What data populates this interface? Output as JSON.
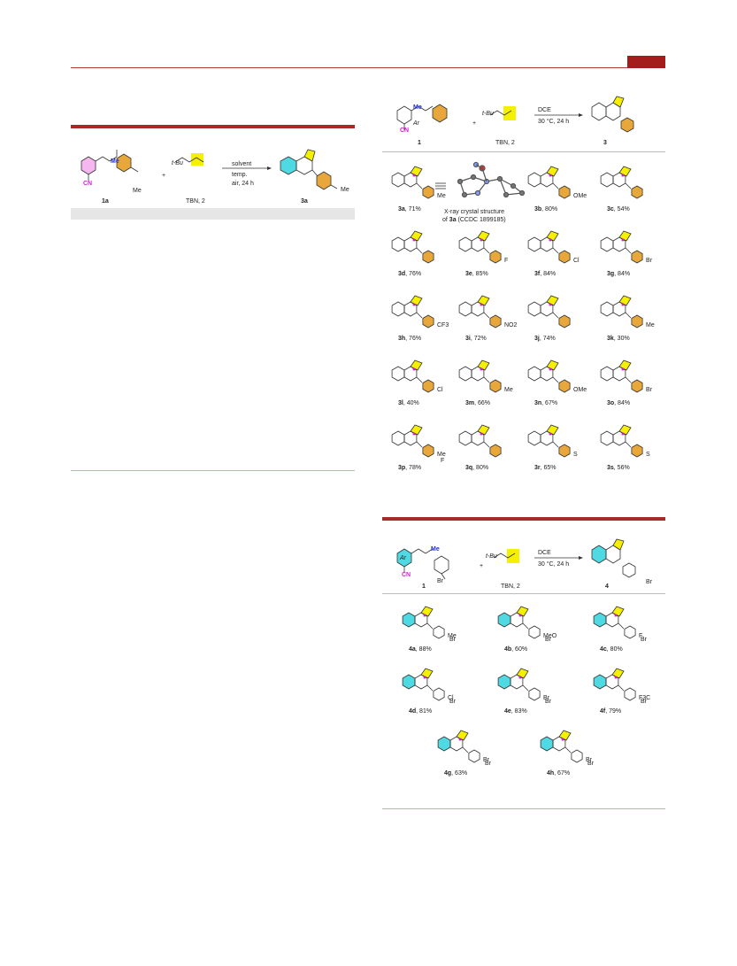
{
  "colors": {
    "accent": "#a51c1c",
    "yellow_highlight": "#f5f000",
    "orange_aryl": "#e8a73a",
    "cyan_aryl": "#4fd9e3",
    "magenta": "#d61dd6",
    "blue_atom": "#1f2bd6"
  },
  "scheme1": {
    "reagent_label": "1a",
    "tbn_label": "TBN, 2",
    "tbu_text": "t-Bu",
    "product_label": "3a",
    "arrow_above": "solvent",
    "arrow_below1": "temp.",
    "arrow_below2": "air, 24 h",
    "plus": "+",
    "me": "Me",
    "cn": "CN"
  },
  "scheme2": {
    "reagent_label": "1",
    "tbn_label": "TBN, 2",
    "tbu_text": "t-Bu",
    "product_label": "3",
    "arrow_above": "DCE",
    "arrow_below": "30 °C, 24 h",
    "plus": "+",
    "ar": "Ar",
    "me": "Me",
    "cn": "CN",
    "xray_line1": "X-ray crystal structure",
    "xray_line2_pre": "of ",
    "xray_line2_bold": "3a",
    "xray_line2_post": " (CCDC 1899185)",
    "products": [
      {
        "id": "3a",
        "yield": ", 71%",
        "sub": "Me"
      },
      {
        "id": "3b",
        "yield": ", 80%",
        "sub": "OMe"
      },
      {
        "id": "3c",
        "yield": ", 54%",
        "sub": ""
      },
      {
        "id": "3d",
        "yield": ", 76%",
        "sub": ""
      },
      {
        "id": "3e",
        "yield": ", 85%",
        "sub": "F"
      },
      {
        "id": "3f",
        "yield": ", 84%",
        "sub": "Cl"
      },
      {
        "id": "3g",
        "yield": ", 84%",
        "sub": "Br"
      },
      {
        "id": "3h",
        "yield": ", 76%",
        "sub": "CF3"
      },
      {
        "id": "3i",
        "yield": ", 72%",
        "sub": "NO2"
      },
      {
        "id": "3j",
        "yield": ", 74%",
        "sub": ""
      },
      {
        "id": "3k",
        "yield": ", 30%",
        "sub": "Me"
      },
      {
        "id": "3l",
        "yield": ", 40%",
        "sub": "Cl"
      },
      {
        "id": "3m",
        "yield": ", 66%",
        "sub": "Me"
      },
      {
        "id": "3n",
        "yield": ", 67%",
        "sub": "OMe"
      },
      {
        "id": "3o",
        "yield": ", 84%",
        "sub": "Br"
      },
      {
        "id": "3p",
        "yield": ", 78%",
        "sub": "Me"
      },
      {
        "id": "3q",
        "yield": ", 80%",
        "sub": ""
      },
      {
        "id": "3r",
        "yield": ", 65%",
        "sub": "S"
      },
      {
        "id": "3s",
        "yield": ", 56%",
        "sub": "S"
      }
    ],
    "sub_extra": {
      "3p_f": "F"
    }
  },
  "scheme3": {
    "reagent_label": "1",
    "tbn_label": "TBN, 2",
    "tbu_text": "t-Bu",
    "product_label": "4",
    "arrow_above": "DCE",
    "arrow_below": "30 °C, 24 h",
    "plus": "+",
    "ar": "Ar",
    "me": "Me",
    "cn": "CN",
    "br": "Br",
    "products": [
      {
        "id": "4a",
        "yield": ", 88%",
        "sub": "Me"
      },
      {
        "id": "4b",
        "yield": ", 60%",
        "sub": "MeO"
      },
      {
        "id": "4c",
        "yield": ", 80%",
        "sub": "F"
      },
      {
        "id": "4d",
        "yield": ", 81%",
        "sub": "Cl"
      },
      {
        "id": "4e",
        "yield": ", 83%",
        "sub": "Br"
      },
      {
        "id": "4f",
        "yield": ", 79%",
        "sub": "F3C"
      },
      {
        "id": "4g",
        "yield": ", 63%",
        "sub": "Br"
      },
      {
        "id": "4h",
        "yield": ", 67%",
        "sub": "Br"
      }
    ]
  }
}
